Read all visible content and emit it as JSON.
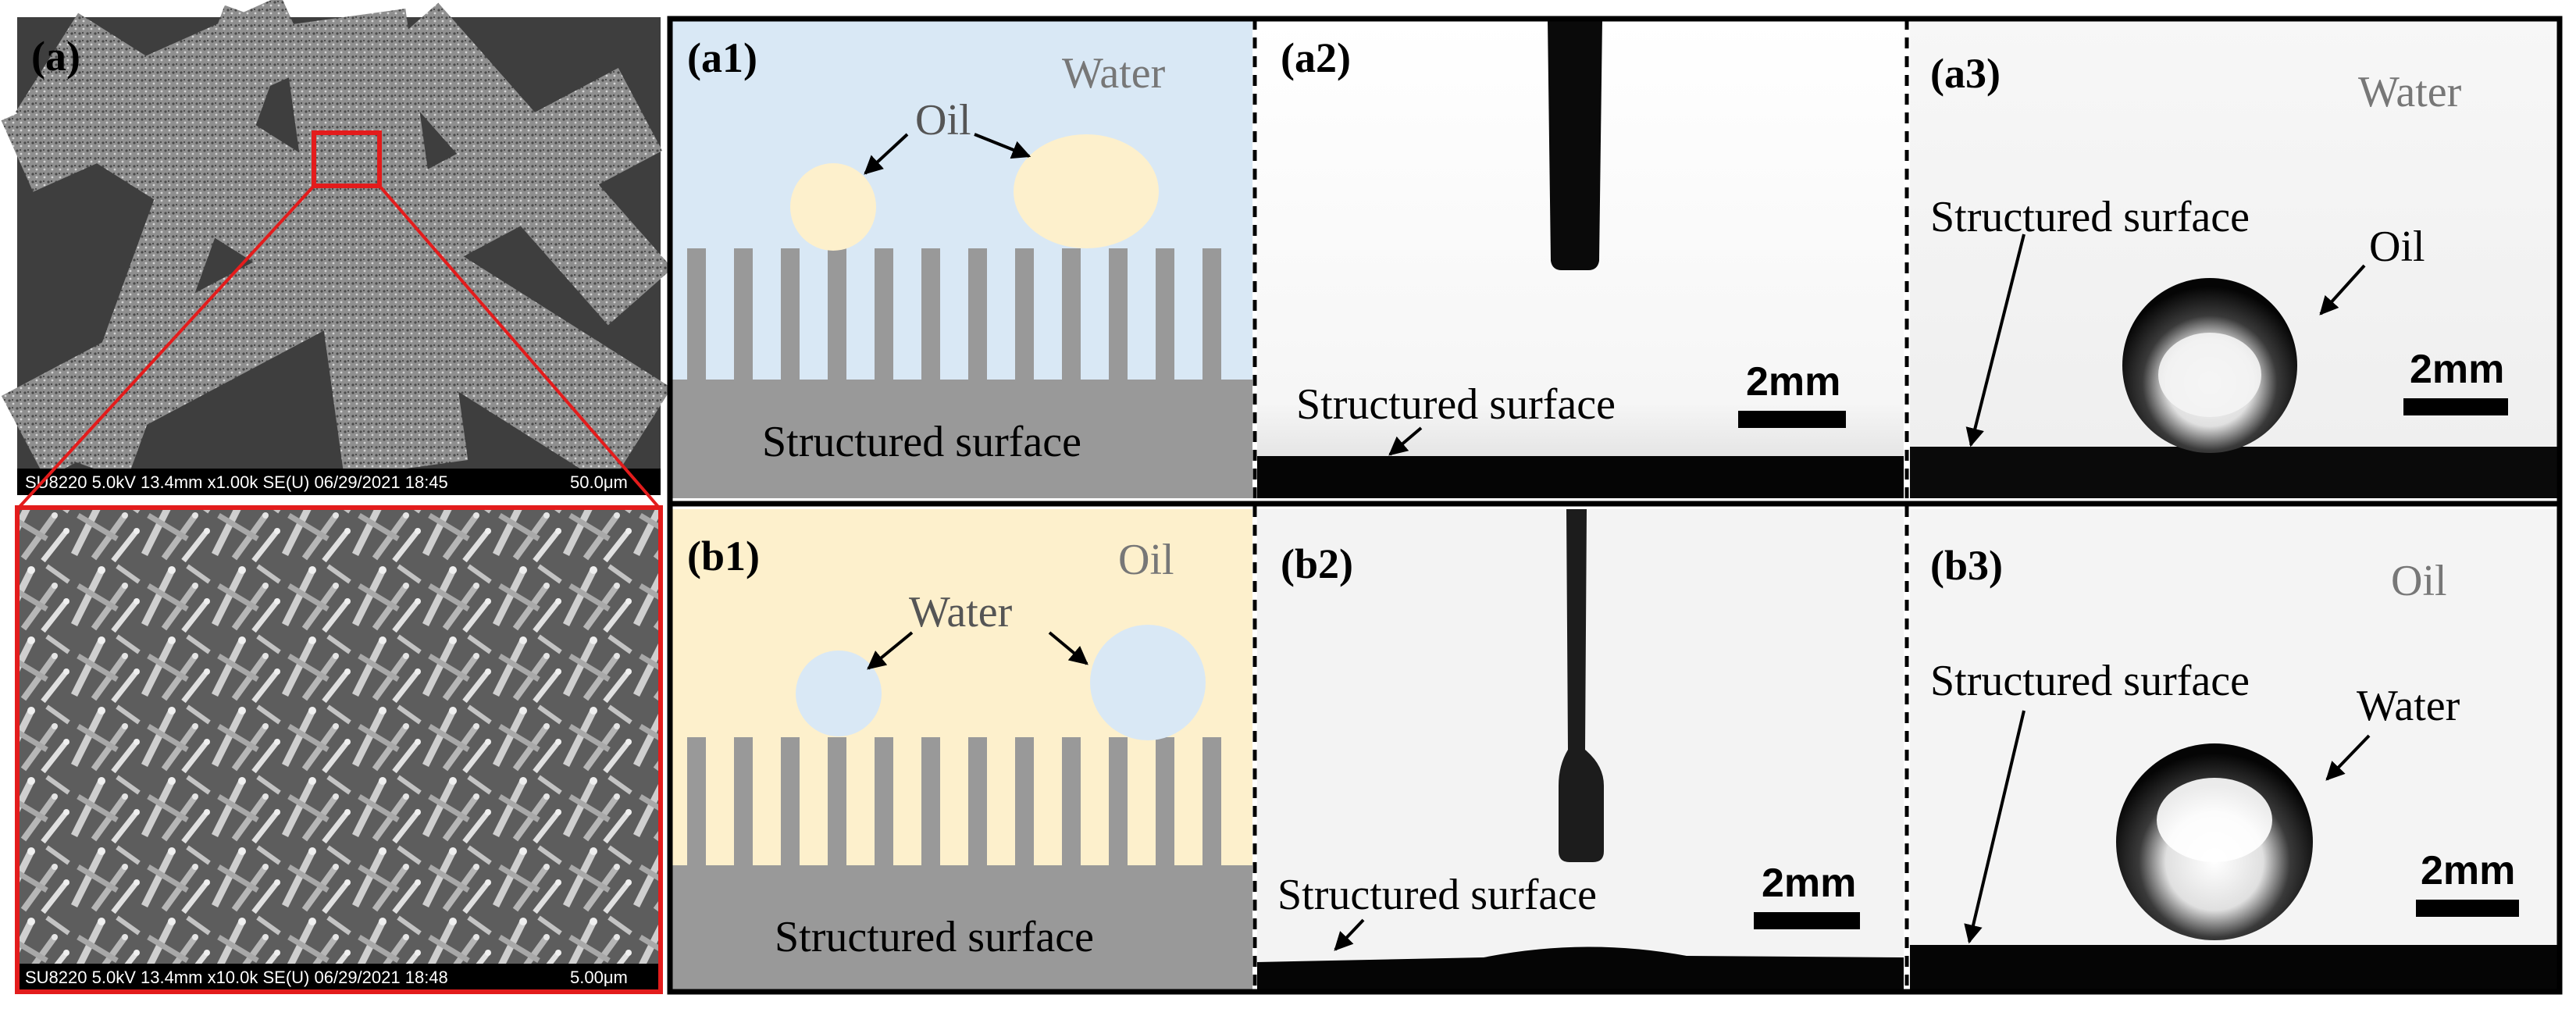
{
  "panels": {
    "a": {
      "label": "(a)"
    },
    "a1": {
      "label": "(a1)",
      "medium": "Water",
      "droplet": "Oil",
      "surface": "Structured surface"
    },
    "a2": {
      "label": "(a2)",
      "surface": "Structured surface",
      "scale": "2mm"
    },
    "a3": {
      "label": "(a3)",
      "medium": "Water",
      "droplet": "Oil",
      "surface": "Structured surface",
      "scale": "2mm"
    },
    "b1": {
      "label": "(b1)",
      "medium": "Oil",
      "droplet": "Water",
      "surface": "Structured surface"
    },
    "b2": {
      "label": "(b2)",
      "surface": "Structured surface",
      "scale": "2mm"
    },
    "b3": {
      "label": "(b3)",
      "medium": "Oil",
      "droplet": "Water",
      "surface": "Structured surface",
      "scale": "2mm"
    }
  },
  "sem": {
    "top_info": "SU8220 5.0kV 13.4mm x1.00k SE(U) 06/29/2021 18:45",
    "top_scale": "50.0μm",
    "bottom_info": "SU8220 5.0kV 13.4mm x10.0k SE(U) 06/29/2021 18:48",
    "bottom_scale": "5.00μm"
  },
  "colors": {
    "water": "#d9e8f5",
    "oil": "#fdf0cc",
    "surface": "#999999",
    "highlight": "#e31c1c",
    "medium_label": "#777777"
  }
}
